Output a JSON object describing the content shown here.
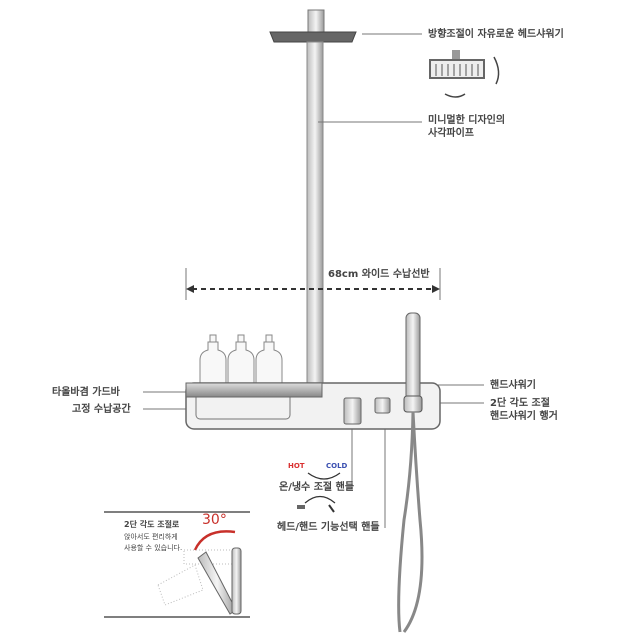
{
  "labels": {
    "head_shower": "방향조절이 자유로운 헤드샤워기",
    "pipe_line1": "미니멀한 디자인의",
    "pipe_line2": "사각파이프",
    "shelf_width": "68cm 와이드 수납선반",
    "towel_bar": "타올바겸 가드바",
    "storage": "고정 수납공간",
    "hand_shower": "핸드샤워기",
    "hanger_line1": "2단 각도 조절",
    "hanger_line2": "핸드샤워기 행거",
    "hot": "HOT",
    "cold": "COLD",
    "temp_handle": "온/냉수 조절 핸들",
    "mode_handle": "헤드/핸드 기능선택 핸들",
    "inset_line1": "2단 각도 조절로",
    "inset_line2": "앉아서도 편리하게",
    "inset_line3": "사용할 수 있습니다.",
    "angle": "30°"
  },
  "colors": {
    "hot": "#d93030",
    "cold": "#3a4fb0",
    "angle": "#c8302a"
  }
}
